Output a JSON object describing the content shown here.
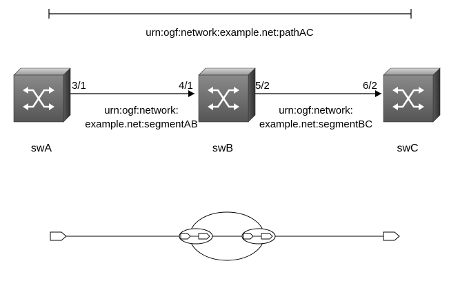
{
  "path": {
    "label": "urn:ogf:network:example.net:pathAC"
  },
  "switches": [
    {
      "name": "swA"
    },
    {
      "name": "swB"
    },
    {
      "name": "swC"
    }
  ],
  "ports": {
    "swA_out": "3/1",
    "swB_in": "4/1",
    "swB_out": "5/2",
    "swC_in": "6/2"
  },
  "segments": [
    {
      "line1": "urn:ogf:network:",
      "line2": "example.net:segmentAB"
    },
    {
      "line1": "urn:ogf:network:",
      "line2": "example.net:segmentBC"
    }
  ],
  "colors": {
    "line": "#000000",
    "switch_front": "#6e6e6e",
    "switch_top": "#b8b8b8",
    "switch_side": "#4a4a4a"
  }
}
